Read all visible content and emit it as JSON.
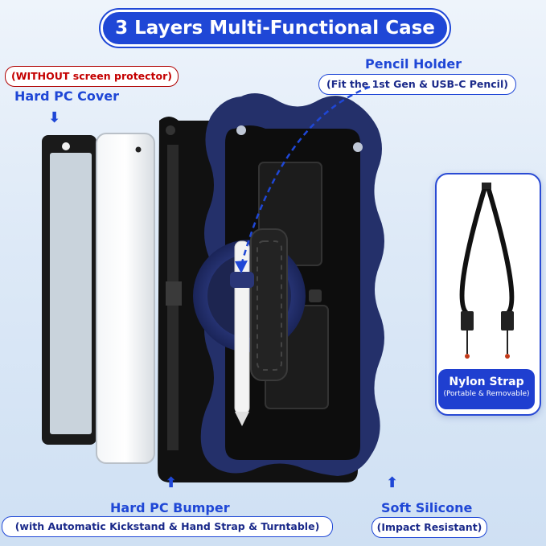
{
  "title": "3 Layers Multi-Functional Case",
  "without_note": "(WITHOUT screen protector)",
  "labels": {
    "hard_pc_cover": "Hard PC Cover",
    "pencil_holder": "Pencil Holder",
    "pencil_holder_sub": "(Fit the 1st Gen & USB-C Pencil)",
    "hard_pc_bumper": "Hard PC Bumper",
    "hard_pc_bumper_sub": "(with Automatic Kickstand & Hand Strap & Turntable)",
    "soft_silicone": "Soft Silicone",
    "soft_silicone_sub": "(Impact Resistant)"
  },
  "strap": {
    "title": "Nylon Strap",
    "subtitle": "(Portable & Removable)"
  },
  "colors": {
    "accent_blue": "#1f47d6",
    "navy_silicone": "#24306a",
    "warning_red": "#c40000"
  },
  "icons": {
    "arrow": "down-arrow / up-arrow"
  }
}
